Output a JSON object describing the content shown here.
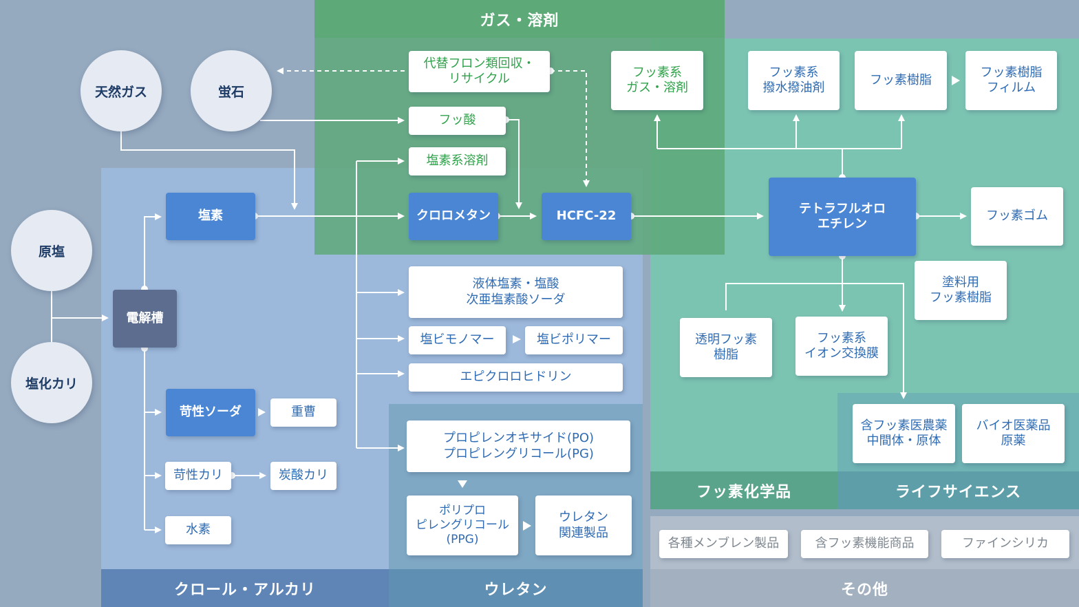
{
  "colors": {
    "background": "#95a9bf",
    "gas_solvent": "#5ea978",
    "fluoro": "#7cc4b2",
    "chlor_alkali": "#9cb8da",
    "urethane": "#7fa8c4",
    "other": "#aab6c4",
    "node_blue": "#4a86d4",
    "text_blue": "#2f6bb3",
    "text_green": "#2fa24a"
  },
  "sections": {
    "gas_solvent": "ガス・溶剤",
    "chlor_alkali": "クロール・アルカリ",
    "urethane": "ウレタン",
    "fluoro_chem": "フッ素化学品",
    "life_science": "ライフサイエンス",
    "others": "その他"
  },
  "raw_materials": {
    "natural_gas": "天然ガス",
    "fluorite": "蛍石",
    "raw_salt": "原塩",
    "potassium_chloride": "塩化カリ"
  },
  "nodes": {
    "electrolysis": "電解槽",
    "chlorine": "塩素",
    "caustic_soda": "苛性ソーダ",
    "sodium_bicarb": "重曹",
    "caustic_potash": "苛性カリ",
    "potassium_carbonate": "炭酸カリ",
    "hydrogen": "水素",
    "cfc_recycle": "代替フロン類回収・\nリサイクル",
    "hydrofluoric_acid": "フッ酸",
    "chlorinated_solvents": "塩素系溶剤",
    "chloromethane": "クロロメタン",
    "hcfc22": "HCFC-22",
    "fluoro_gas_solvent": "フッ素系\nガス・溶剤",
    "water_oil_repellent": "フッ素系\n撥水撥油剤",
    "fluoro_resin": "フッ素樹脂",
    "fluoro_resin_film": "フッ素樹脂\nフィルム",
    "tfe": "テトラフルオロ\nエチレン",
    "fluoro_rubber": "フッ素ゴム",
    "coating_resin": "塗料用\nフッ素樹脂",
    "transparent_resin": "透明フッ素\n樹脂",
    "ion_exchange": "フッ素系\nイオン交換膜",
    "pharma_intermediate": "含フッ素医農薬\n中間体・原体",
    "bio_pharma": "バイオ医薬品\n原薬",
    "liquid_chlorine": "液体塩素・塩酸\n次亜塩素酸ソーダ",
    "vcm": "塩ビモノマー",
    "pvc": "塩ビポリマー",
    "epichlorohydrin": "エピクロロヒドリン",
    "po_pg": "プロピレンオキサイド(PO)\nプロピレングリコール(PG)",
    "ppg": "ポリプロ\nピレングリコール\n(PPG)",
    "urethane_products": "ウレタン\n関連製品",
    "membrane_products": "各種メンブレン製品",
    "fluoro_functional": "含フッ素機能商品",
    "fine_silica": "ファインシリカ"
  }
}
